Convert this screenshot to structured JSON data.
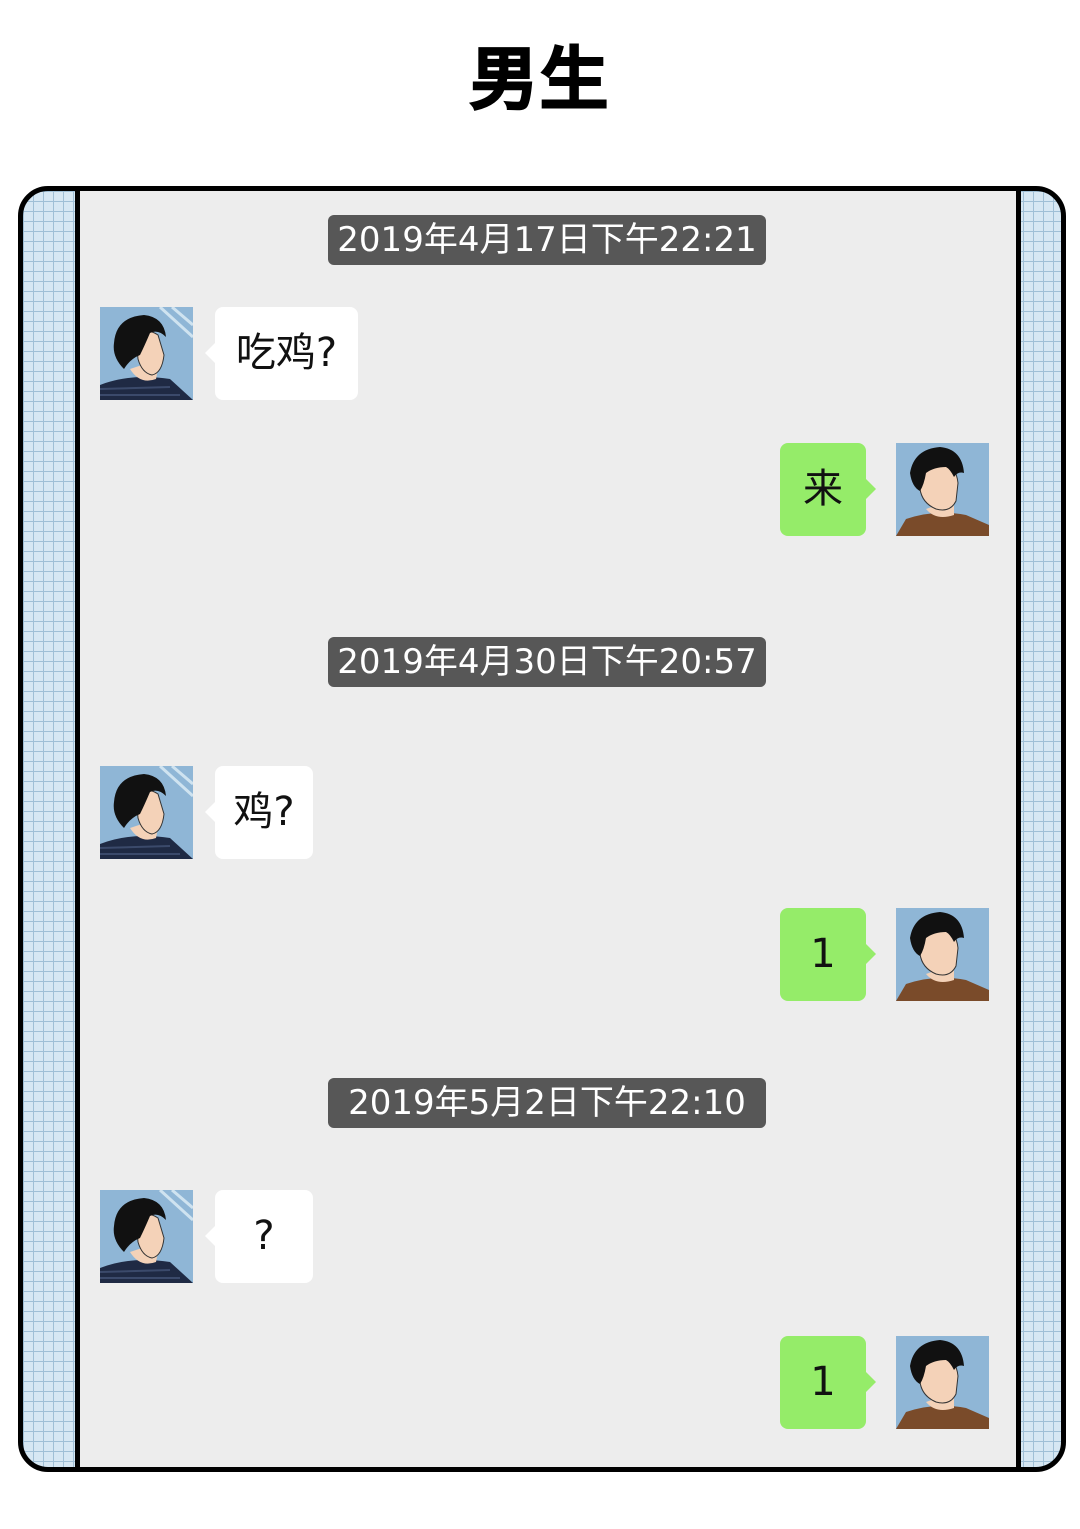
{
  "page": {
    "title": "男生"
  },
  "chat": {
    "timestamps": [
      "2019年4月17日下午22:21",
      "2019年4月30日下午20:57",
      "2019年5月2日下午22:10"
    ],
    "messages": [
      {
        "side": "in",
        "text": "吃鸡?"
      },
      {
        "side": "out",
        "text": "来"
      },
      {
        "side": "in",
        "text": "鸡?"
      },
      {
        "side": "out",
        "text": "1"
      },
      {
        "side": "in",
        "text": "?"
      },
      {
        "side": "out",
        "text": "1"
      }
    ],
    "colors": {
      "incoming_bubble": "#ffffff",
      "outgoing_bubble": "#95ec69",
      "timestamp_bg": "#575757",
      "chat_bg": "#ededed"
    }
  }
}
